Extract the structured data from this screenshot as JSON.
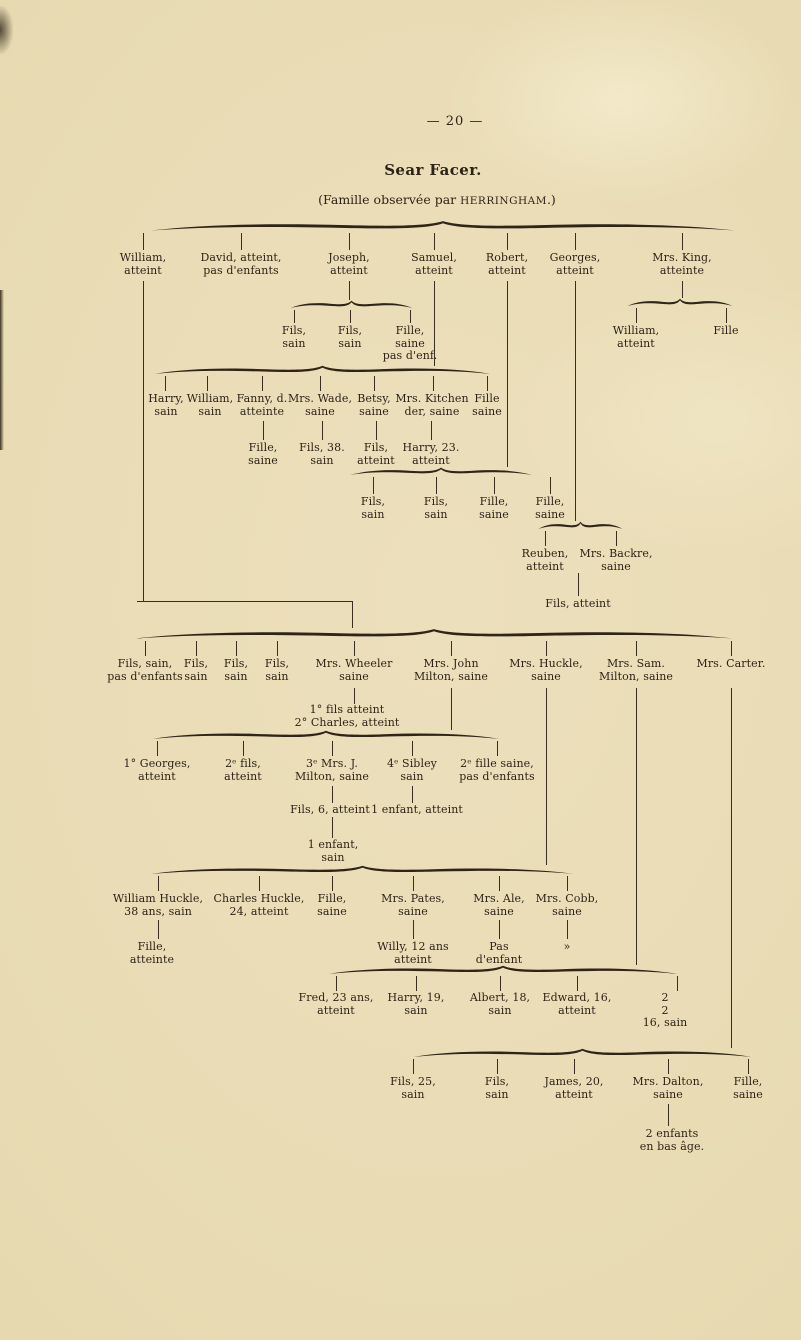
{
  "page": {
    "number": "— 20 —",
    "title": "Sear Facer.",
    "subtitle_pre": "(Famille observée par ",
    "subtitle_name": "HERRINGHAM",
    "subtitle_post": ".)"
  },
  "colors": {
    "paper": "#e9ddb6",
    "ink": "#2e2317"
  },
  "tree": {
    "gen1": [
      "William,\natteint",
      "David, atteint,\npas d'enfants",
      "Joseph,\natteint",
      "Samuel,\natteint",
      "Robert,\natteint",
      "Georges,\natteint",
      "Mrs. King,\natteinte"
    ],
    "joseph_children": [
      "Fils,\nsain",
      "Fils,\nsain",
      "Fille,\nsaine\npas d'enf."
    ],
    "king_children": [
      "William,\natteint",
      "Fille"
    ],
    "samuel_children": [
      "Harry,\nsain",
      "William,\nsain",
      "Fanny, d.\natteinte",
      "Mrs. Wade,\nsaine",
      "Betsy,\nsaine",
      "Mrs. Kitchen\nder, saine",
      "Fille\nsaine"
    ],
    "samuel_grandchildren": [
      "Fille,\nsaine",
      "Fils, 38.\nsain",
      "Fils,\natteint",
      "Harry, 23.\natteint"
    ],
    "robert_children": [
      "Fils,\nsain",
      "Fils,\nsain",
      "Fille,\nsaine",
      "Fille,\nsaine"
    ],
    "georges_children": [
      "Reuben,\natteint",
      "Mrs. Backre,\nsaine"
    ],
    "reuben_son": "Fils, atteint",
    "william_children": [
      "Fils, sain,\npas d'enfants",
      "Fils,\nsain",
      "Fils,\nsain",
      "Fils,\nsain",
      "Mrs. Wheeler\nsaine",
      "Mrs. John\nMilton, saine",
      "Mrs. Huckle,\nsaine",
      "Mrs. Sam.\nMilton, saine",
      "Mrs. Carter."
    ],
    "wheeler_sons": "1° fils atteint\n2° Charles, atteint",
    "charles_children": [
      "1° Georges,\natteint",
      "2ᵉ fils,\natteint",
      "3ᵉ Mrs. J.\nMilton, saine",
      "4ᵉ Sibley\nsain",
      "2ᵉ fille saine,\npas d'enfants"
    ],
    "milton_j_son": "Fils, 6, atteint",
    "sibley_child": "1 enfant, atteint",
    "milton_j_grandson": "1 enfant,\nsain",
    "huckle_children": [
      "William Huckle,\n38 ans, sain",
      "Charles Huckle,\n24, atteint",
      "Fille,\nsaine",
      "Mrs. Pates,\nsaine",
      "Mrs. Ale,\nsaine",
      "Mrs. Cobb,\nsaine"
    ],
    "william_huckle_child": "Fille,\natteinte",
    "pates_child": "Willy, 12 ans\natteint",
    "ale_children": "Pas\nd'enfant",
    "cobb_children": "»",
    "sam_milton_children": [
      "Fred, 23 ans,\natteint",
      "Harry, 19,\nsain",
      "Albert, 18,\nsain",
      "Edward, 16,\natteint",
      "2\n2\n16, sain"
    ],
    "carter_children": [
      "Fils, 25,\nsain",
      "Fils,\nsain",
      "James, 20,\natteint",
      "Mrs. Dalton,\nsaine",
      "Fille,\nsaine"
    ],
    "dalton_children": "2 enfants\nen bas âge."
  }
}
